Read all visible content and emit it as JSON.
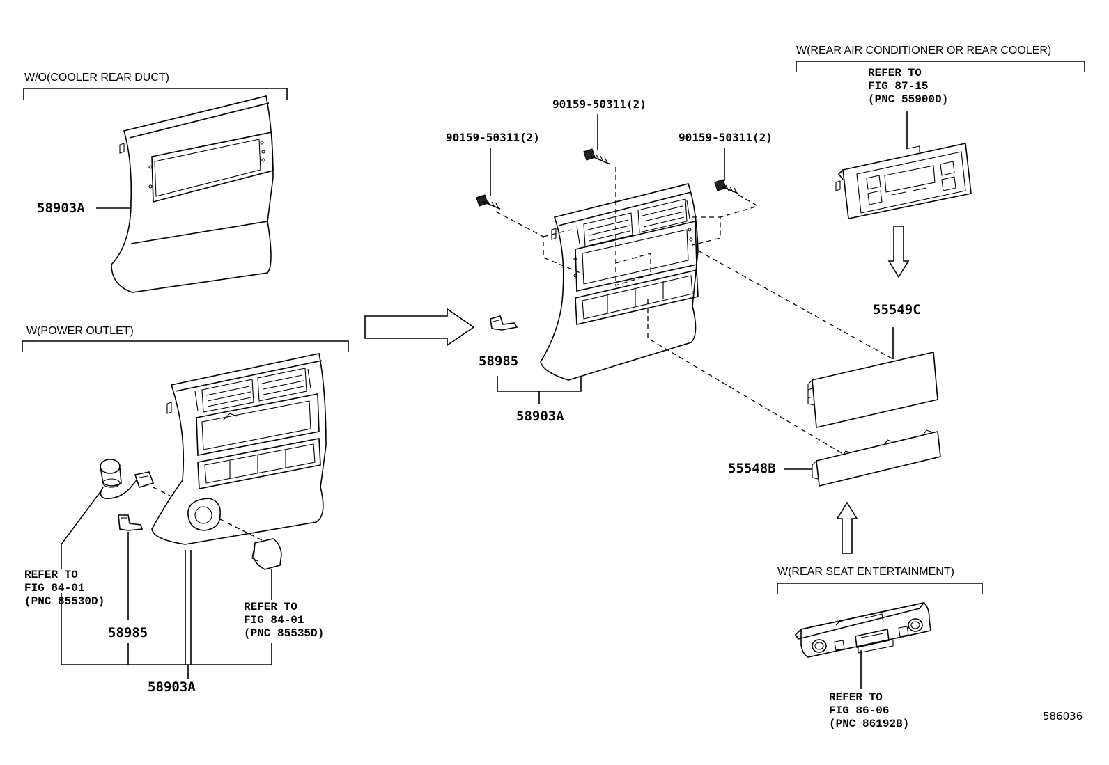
{
  "headers": {
    "wo_cooler_rear_duct": "W/O(COOLER REAR DUCT)",
    "w_power_outlet": "W(POWER OUTLET)",
    "w_rear_ac": "W(REAR AIR CONDITIONER OR REAR COOLER)",
    "w_rear_seat_ent": "W(REAR SEAT ENTERTAINMENT)"
  },
  "parts": {
    "p58903a_top": "58903A",
    "p58903a_center": "58903A",
    "p58903a_bottom": "58903A",
    "p58985_center": "58985",
    "p58985_left": "58985",
    "p55549c": "55549C",
    "p55548b": "55548B",
    "screw_left": "90159-50311(2)",
    "screw_mid": "90159-50311(2)",
    "screw_right": "90159-50311(2)"
  },
  "refs": {
    "ac": [
      "REFER TO",
      "FIG 87-15",
      "(PNC 55900D)"
    ],
    "cig": [
      "REFER TO",
      "FIG 84-01",
      "(PNC 85530D)"
    ],
    "outlet": [
      "REFER TO",
      "FIG 84-01",
      "(PNC 85535D)"
    ],
    "ent": [
      "REFER TO",
      "FIG 86-06",
      "(PNC 86192B)"
    ]
  },
  "diagram_code": "586036"
}
